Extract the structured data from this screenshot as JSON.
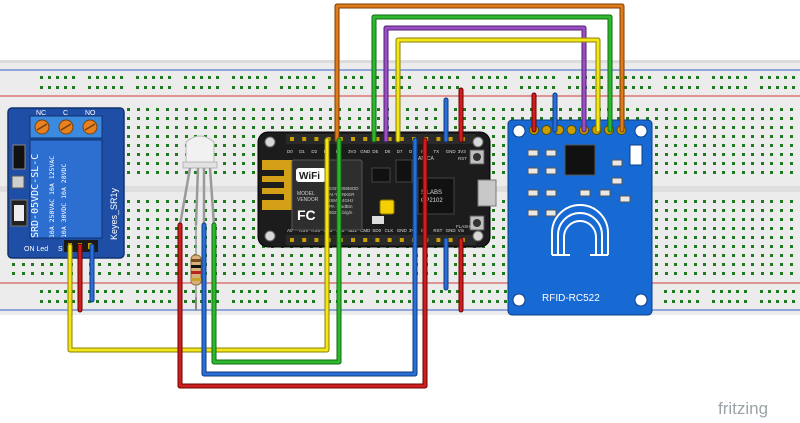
{
  "watermark": {
    "text": "fritzing"
  },
  "relay": {
    "terminal_labels": [
      "NC",
      "C",
      "NO"
    ],
    "body_text": "SRD-05VDC-SL-C",
    "ratings": [
      "10A 250VAC  10A 125VAC",
      "10A 30VDC  10A 28VDC"
    ],
    "brand": "Keyes_SR1y",
    "led_label": "ON Led",
    "pin_label": "S"
  },
  "nodemcu": {
    "wifi_text": "WiFi",
    "fc_text": "FC",
    "module_lines": [
      "MODEL",
      "VENDOR"
    ],
    "module_right": [
      "ESP8266MOD",
      "AI-THINKER",
      "ISM 2.4GHz",
      "PA +25dBm",
      "802.11b/g/n"
    ],
    "chip_lines": [
      "SILABS",
      "CP2102"
    ],
    "brand": "AMICA",
    "top_pins": [
      "D0",
      "D1",
      "D2",
      "D3",
      "D4",
      "3V3",
      "GND",
      "D5",
      "D6",
      "D7",
      "D8",
      "RX",
      "TX",
      "GND",
      "3V3"
    ],
    "bottom_pins": [
      "A0",
      "RSV",
      "RSV",
      "SD3",
      "SD2",
      "SD1",
      "CMD",
      "SD0",
      "CLK",
      "GND",
      "3V3",
      "EN",
      "RST",
      "GND",
      "Vin"
    ],
    "small_labels": [
      "RST",
      "FLASH"
    ]
  },
  "rfid": {
    "label": "RFID-RC522"
  },
  "led": {
    "type": "RGB LED"
  },
  "colors": {
    "wire_orange": "#e07b1c",
    "wire_green": "#2eb82e",
    "wire_purple": "#9b4fc4",
    "wire_yellow": "#f2e61a",
    "wire_red": "#cc2020",
    "wire_blue": "#2a6fd6",
    "breadboard_bg": "#e9e9e9",
    "rfid_blue": "#1769d4",
    "relay_blue": "#1f4fa8"
  }
}
